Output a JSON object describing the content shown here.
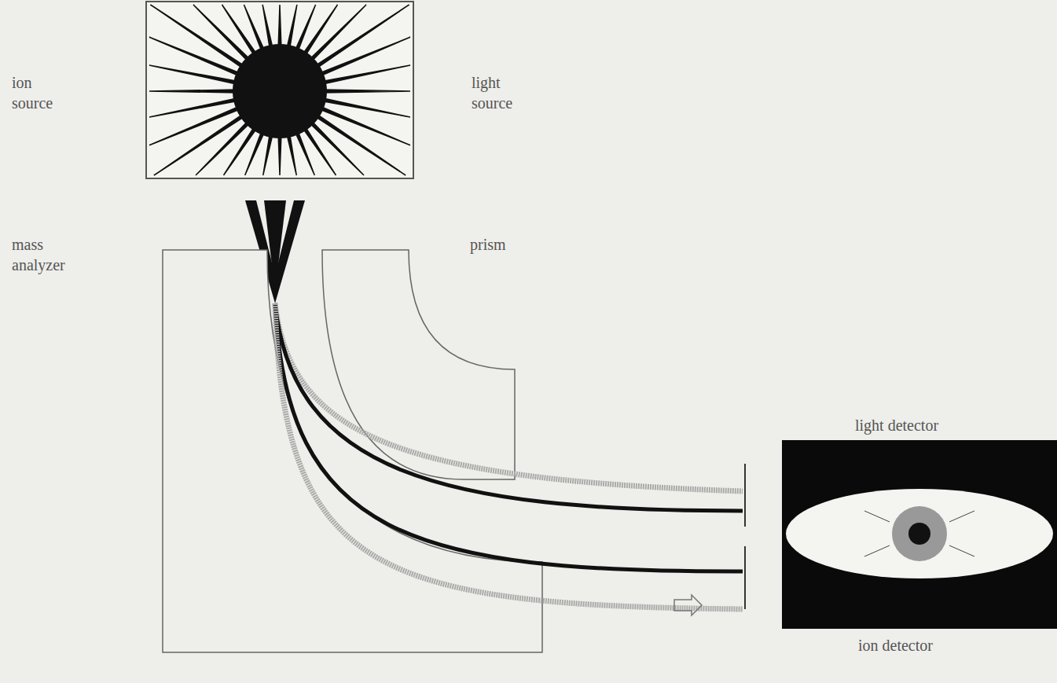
{
  "diagram": {
    "labels": [
      "ion source",
      "light source",
      "mass analyzer",
      "prism",
      "light detector",
      "ion detector"
    ]
  }
}
